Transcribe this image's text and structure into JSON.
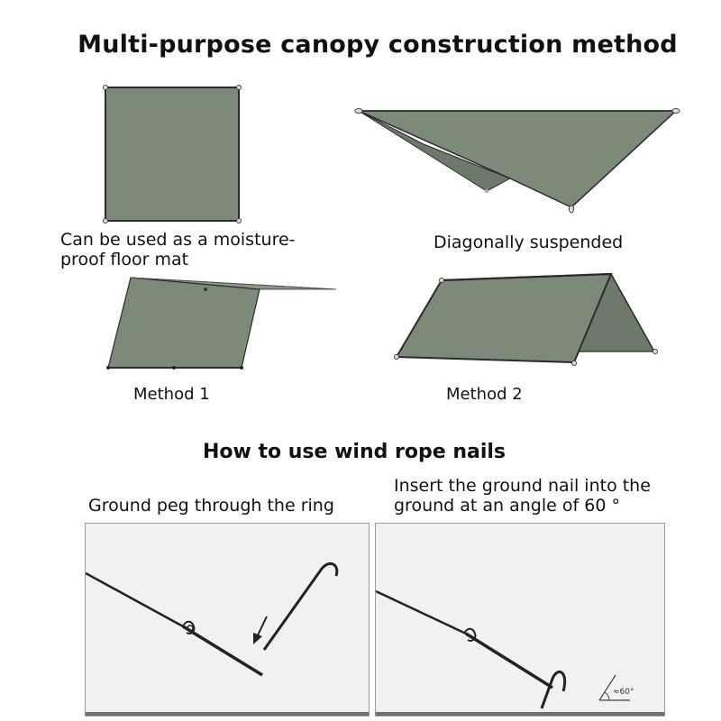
{
  "title": "Multi-purpose canopy construction method",
  "methods": {
    "floor_mat": {
      "line1": "Can be used as a moisture-",
      "line2": "proof floor mat"
    },
    "diagonal": "Diagonally suspended",
    "method1": "Method 1",
    "method2": "Method 2"
  },
  "wind_rope": {
    "title": "How to use wind rope nails",
    "step1": "Ground peg through the ring",
    "step2": {
      "line1": "Insert the ground nail into the",
      "line2": "ground at an angle of 60 °"
    },
    "angle_label": "≈60°"
  },
  "colors": {
    "tarp": "#7c8a78",
    "tarp_shade": "#6d7a69",
    "outline": "#2b2b2b",
    "panel_bg": "#f1f1f1",
    "ground": "#6f6f6f"
  }
}
